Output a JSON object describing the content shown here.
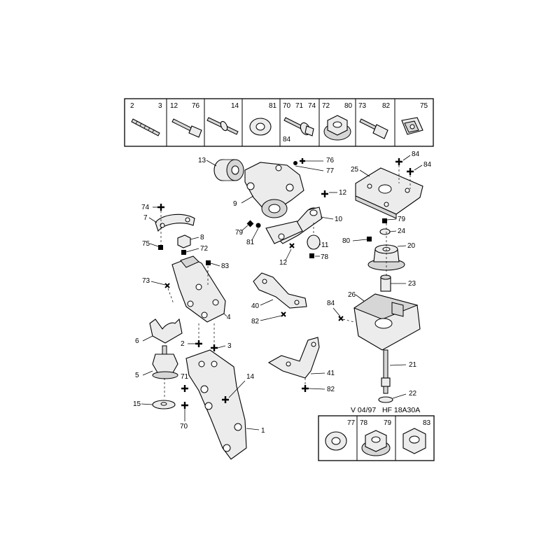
{
  "fastener_table_top": [
    {
      "labels": [
        "2",
        "3"
      ]
    },
    {
      "labels": [
        "12",
        "76"
      ]
    },
    {
      "labels": [
        "14"
      ]
    },
    {
      "labels": [
        "81"
      ]
    },
    {
      "labels": [
        "70",
        "71",
        "74",
        "84"
      ]
    },
    {
      "labels": [
        "72",
        "80"
      ]
    },
    {
      "labels": [
        "73",
        "82"
      ]
    },
    {
      "labels": [
        "75"
      ]
    }
  ],
  "fastener_table_bottom": [
    {
      "labels": [
        "77"
      ]
    },
    {
      "labels": [
        "78",
        "79"
      ]
    },
    {
      "labels": [
        "83"
      ]
    }
  ],
  "reference": "V 04/97   HF 18A30A",
  "callouts": {
    "c1": "1",
    "c2": "2",
    "c3": "3",
    "c4": "4",
    "c5": "5",
    "c6": "6",
    "c7": "7",
    "c8": "8",
    "c9": "9",
    "c10": "10",
    "c11": "11",
    "c12a": "12",
    "c12b": "12",
    "c13": "13",
    "c14": "14",
    "c15": "15",
    "c20": "20",
    "c21": "21",
    "c22": "22",
    "c23": "23",
    "c24": "24",
    "c25": "25",
    "c26": "26",
    "c40": "40",
    "c41": "41",
    "c70": "70",
    "c71": "71",
    "c72": "72",
    "c73": "73",
    "c74": "74",
    "c75": "75",
    "c76": "76",
    "c77": "77",
    "c78": "78",
    "c79a": "79",
    "c79b": "79",
    "c80": "80",
    "c81": "81",
    "c82a": "82",
    "c82b": "82",
    "c83": "83",
    "c84a": "84",
    "c84b": "84",
    "c84c": "84"
  }
}
